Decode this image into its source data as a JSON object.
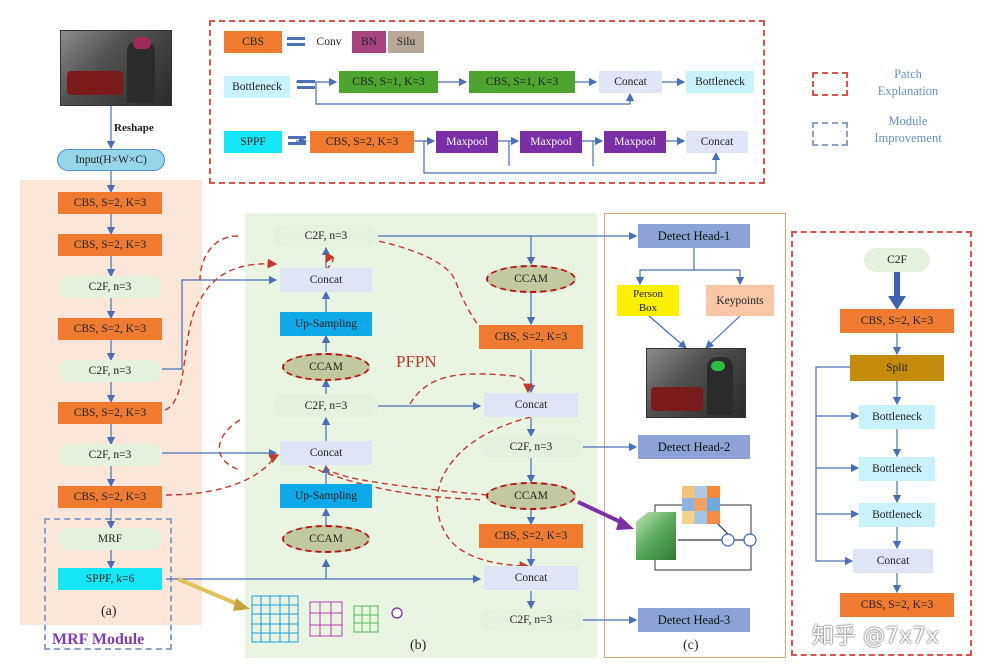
{
  "legend": {
    "cbs": {
      "name": "CBS",
      "conv": "Conv",
      "bn": "BN",
      "silu": "Silu"
    },
    "bottleneck": {
      "name": "Bottleneck",
      "cbs1": "CBS, S=1, K=3",
      "cbs2": "CBS, S=1, K=3",
      "concat": "Concat",
      "out": "Bottleneck"
    },
    "sppf": {
      "name": "SPPF",
      "cbs": "CBS, S=2, K=3",
      "maxpool1": "Maxpool",
      "maxpool2": "Maxpool",
      "maxpool3": "Maxpool",
      "concat": "Concat"
    },
    "patch_explanation": "Patch\nExplanation",
    "module_improvement": "Module\nImprovement"
  },
  "backbone": {
    "reshape": "Reshape",
    "input": "Input(H×W×C)",
    "cbs1": "CBS, S=2, K=3",
    "cbs2": "CBS, S=2, K=3",
    "c2f1": "C2F, n=3",
    "cbs3": "CBS, S=2, K=3",
    "c2f2": "C2F, n=3",
    "cbs4": "CBS, S=2, K=3",
    "c2f3": "C2F, n=3",
    "cbs5": "CBS, S=2, K=3",
    "mrf": "MRF",
    "sppf": "SPPF, k=6",
    "panel_label": "(a)",
    "mrf_module": "MRF Module"
  },
  "neck": {
    "c2f_top": "C2F, n=3",
    "concat1": "Concat",
    "up1": "Up-Sampling",
    "ccam1": "CCAM",
    "c2f_mid": "C2F, n=3",
    "concat2": "Concat",
    "up2": "Up-Sampling",
    "ccam2": "CCAM",
    "pfpn": "PFPN",
    "panel_label": "(b)",
    "ccam_r1": "CCAM",
    "cbs_r1": "CBS, S=2, K=3",
    "concat_r1": "Concat",
    "c2f_r1": "C2F, n=3",
    "ccam_r2": "CCAM",
    "cbs_r2": "CBS, S=2, K=3",
    "concat_r2": "Concat",
    "c2f_r2": "C2F, n=3"
  },
  "head": {
    "dh1": "Detect Head-1",
    "person_box": "Person\nBox",
    "keypoints": "Keypoints",
    "dh2": "Detect Head-2",
    "dh3": "Detect Head-3",
    "panel_label": "(c)"
  },
  "c2f_detail": {
    "c2f": "C2F",
    "cbs_top": "CBS, S=2, K=3",
    "split": "Split",
    "b1": "Bottleneck",
    "b2": "Bottleneck",
    "b3": "Bottleneck",
    "concat": "Concat",
    "cbs_bottom": "CBS, S=2, K=3"
  },
  "watermark": "知乎 @7x7x",
  "colors": {
    "cbs": "#f07a2e",
    "c2f": "#e4f1df",
    "concat": "#e0e5f5",
    "upsampling": "#0fa8e8",
    "bottleneck_legend": "#4da530",
    "maxpool": "#7b2fa6",
    "sppf": "#15e6f4",
    "split": "#c48a0a",
    "detect_head": "#8da3d8",
    "person_box": "#fff000",
    "keypoints": "#f8c7a5",
    "patch_border": "#d9534f",
    "module_border": "#8aa4c8"
  }
}
